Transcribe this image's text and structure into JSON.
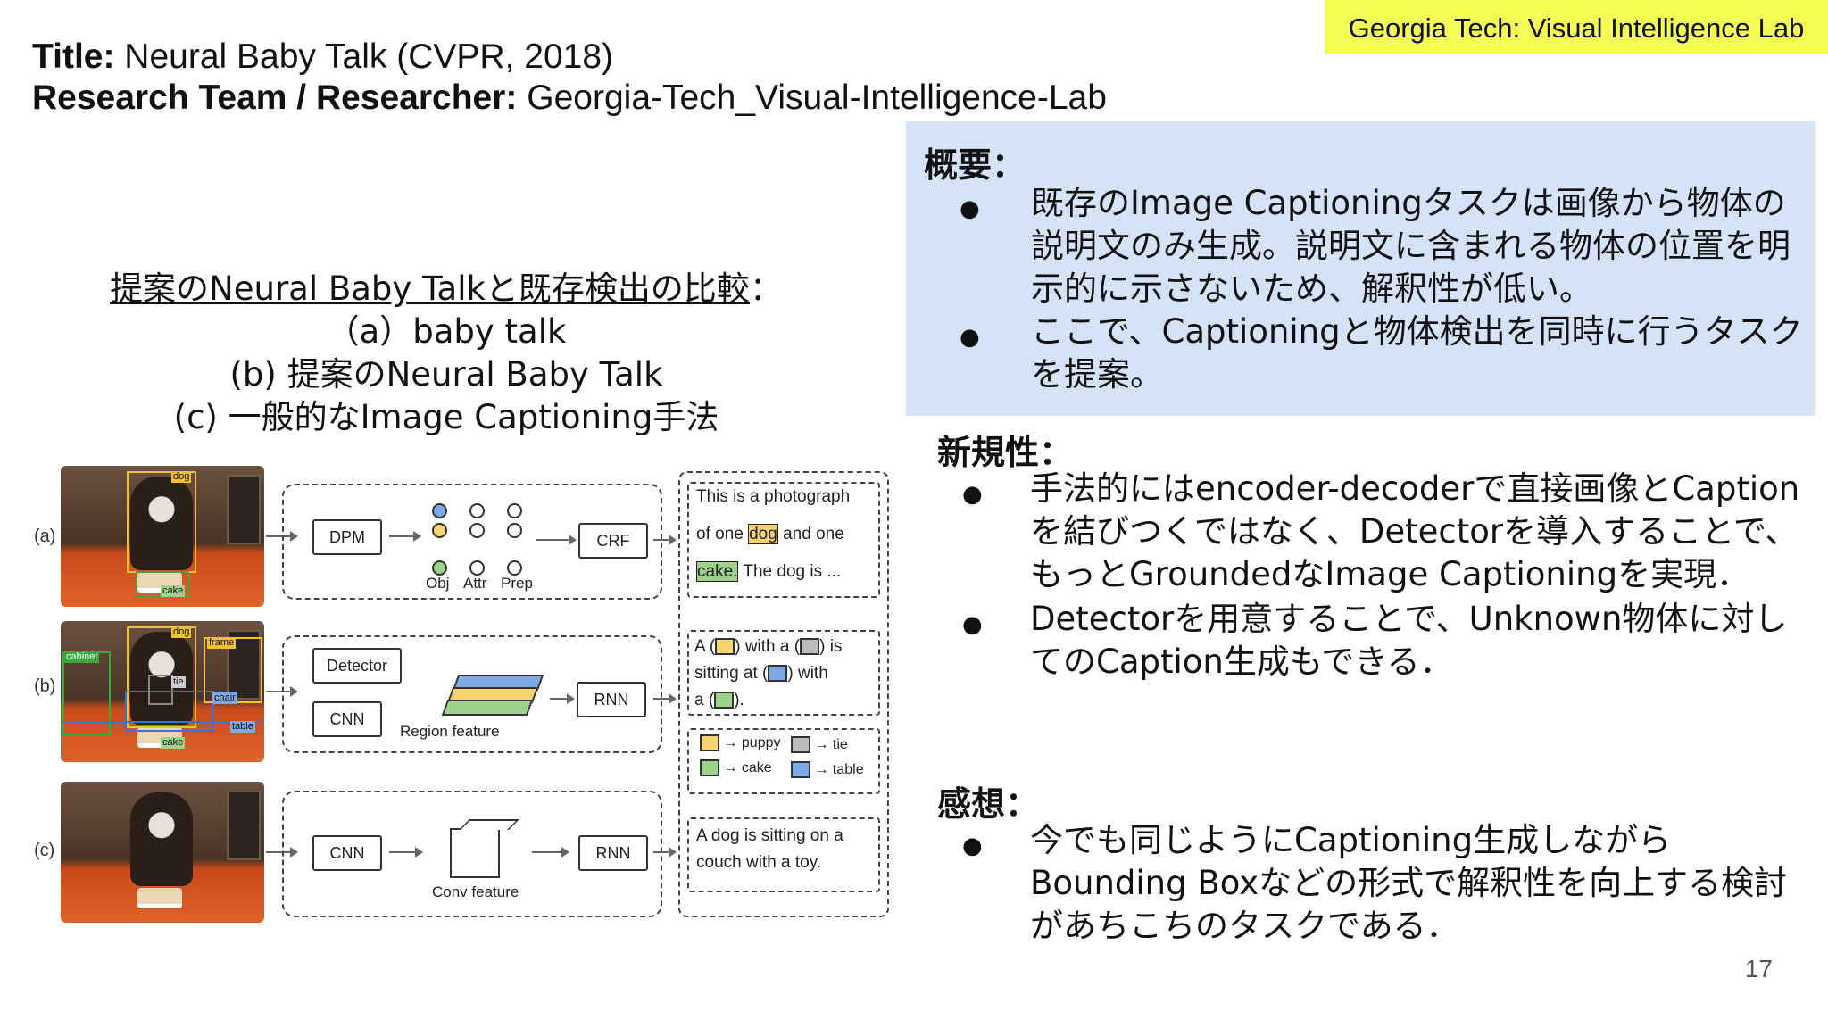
{
  "lab_badge": "Georgia Tech: Visual Intelligence Lab",
  "header": {
    "title_label": "Title:",
    "title_value": " Neural Baby Talk (CVPR, 2018)",
    "team_label": "Research Team / Researcher:",
    "team_value": " Georgia-Tech_Visual-Intelligence-Lab"
  },
  "comparison": {
    "heading": "提案のNeural Baby Talkと既存検出の比較",
    "heading_colon": "：",
    "items": [
      "（a）baby talk",
      "(b) 提案のNeural Baby Talk",
      "(c) 一般的なImage Captioning手法"
    ]
  },
  "figure": {
    "row_labels": [
      "(a)",
      "(b)",
      "(c)"
    ],
    "bbox_labels": {
      "a": [
        "dog",
        "cake"
      ],
      "b": [
        "dog",
        "frame",
        "cabinet",
        "tie",
        "chair",
        "table",
        "cake"
      ]
    },
    "a": {
      "dpm": "DPM",
      "crf": "CRF",
      "node_labels": [
        "Obj",
        "Attr",
        "Prep"
      ],
      "caption_line1": "This is a photograph",
      "caption_line2_pre": "of one ",
      "caption_line2_hl": "dog",
      "caption_line2_post": " and one",
      "caption_line3_hl": "cake.",
      "caption_line3_post": " The dog is ..."
    },
    "b": {
      "detector": "Detector",
      "cnn": "CNN",
      "rnn": "RNN",
      "region_feature": "Region feature",
      "caption_t1": "A (",
      "caption_t2": ") with a (",
      "caption_t3": ") is",
      "caption_t4": "sitting at (",
      "caption_t5": ") with",
      "caption_t6": "a (",
      "caption_t7": ").",
      "legend": [
        "puppy",
        "tie",
        "cake",
        "table"
      ]
    },
    "c": {
      "cnn": "CNN",
      "rnn": "RNN",
      "conv_feature": "Conv feature",
      "caption_line1": "A dog is sitting on a",
      "caption_line2": "couch with a toy."
    }
  },
  "overview": {
    "title": "概要：",
    "bullets": [
      "既存のImage Captioningタスクは画像から物体の説明文のみ生成。説明文に含まれる物体の位置を明示的に示さないため、解釈性が低い。",
      "ここで、Captioningと物体検出を同時に行うタスクを提案。"
    ]
  },
  "novelty": {
    "title": "新規性：",
    "bullets": [
      "手法的にはencoder-decoderで直接画像とCaptionを結びつくではなく、Detectorを導入することで、もっとGroundedなImage Captioningを実現．",
      "Detectorを用意することで、Unknown物体に対してのCaption生成もできる．"
    ]
  },
  "impressions": {
    "title": "感想：",
    "bullets": [
      "今でも同じようにCaptioning生成しながらBounding Boxなどの形式で解釈性を向上する検討があちこちのタスクである．"
    ]
  },
  "page_number": "17",
  "colors": {
    "badge": "#f4ff55",
    "overview_bg": "#d4e3f9",
    "bbox_yellow": "#f2c12e",
    "bbox_green": "#3aa83a",
    "bbox_blue": "#3f6fcf"
  }
}
